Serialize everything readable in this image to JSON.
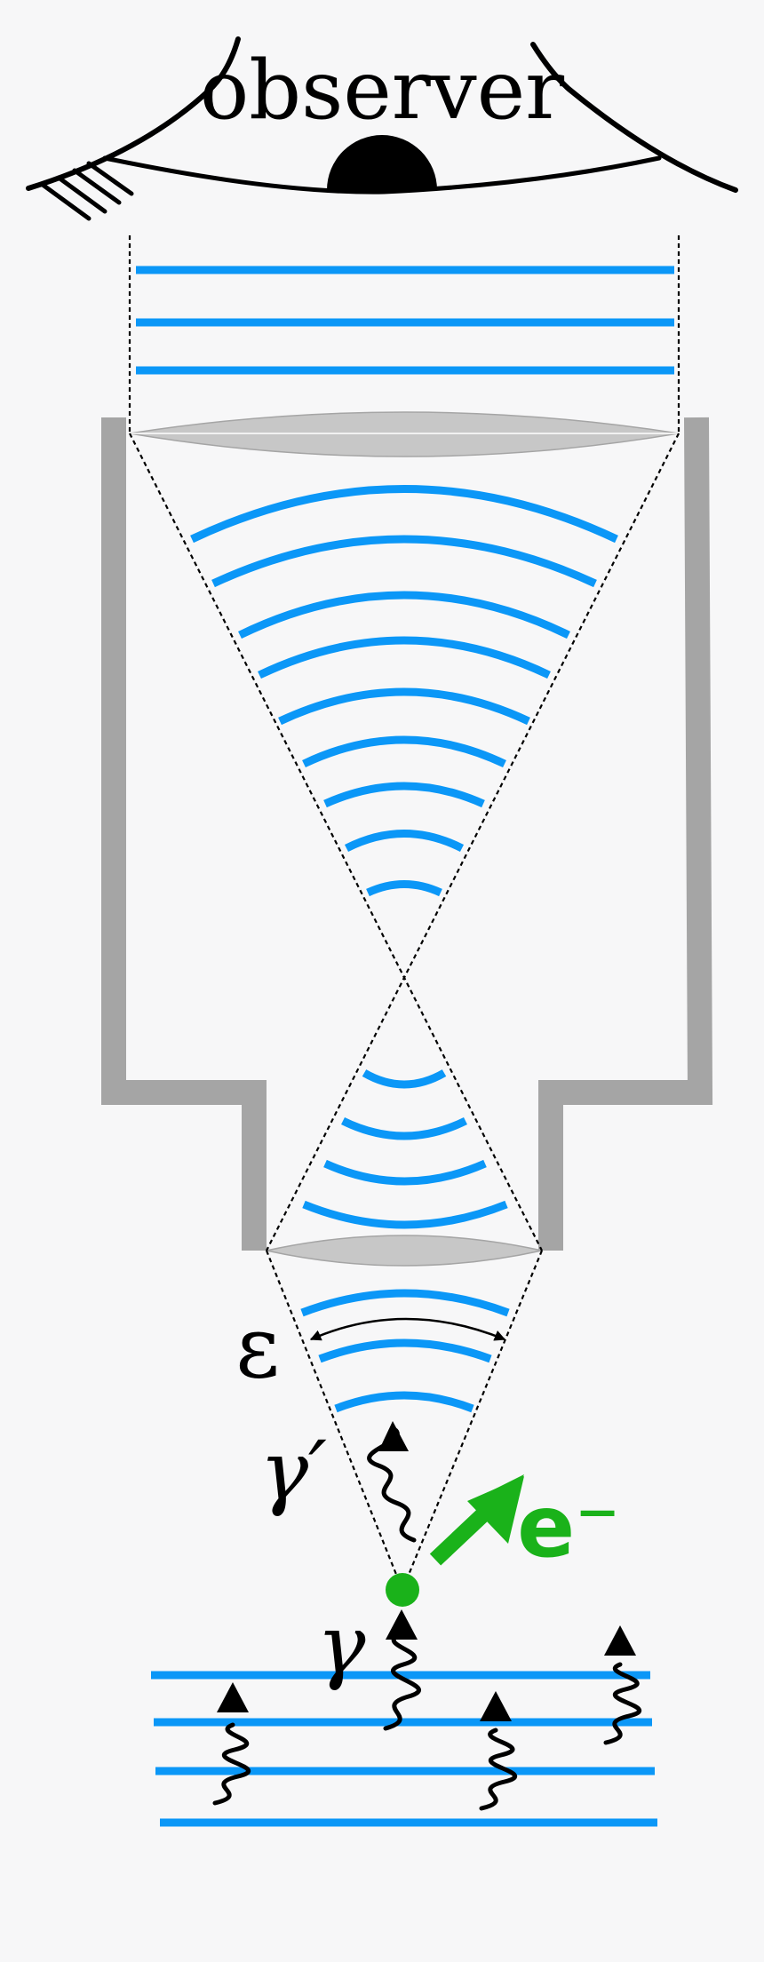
{
  "labels": {
    "observer": "observer",
    "epsilon": "ε",
    "gamma_prime": "γ′",
    "gamma": "γ",
    "electron": "e⁻"
  },
  "colors": {
    "background": "#f7f7f8",
    "wavefront": "#0b97f7",
    "electron": "#1ab21a",
    "microscope_body": "#a5a5a5",
    "lens": "#c7c7c7",
    "ink": "#000000"
  }
}
